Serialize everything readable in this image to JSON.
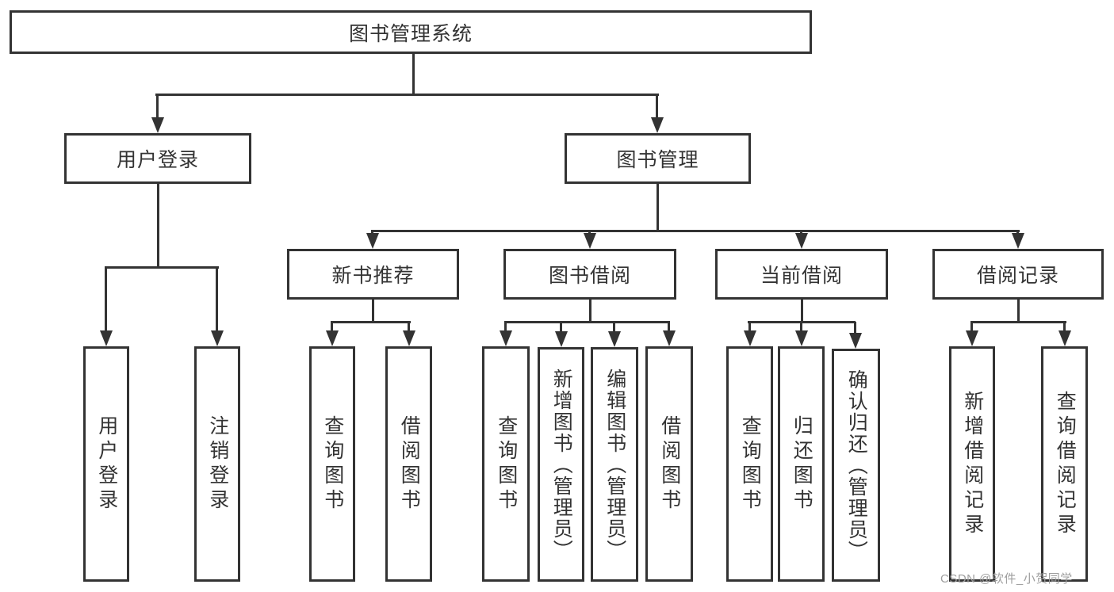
{
  "diagram": {
    "root": {
      "label": "图书管理系统"
    },
    "level2": [
      {
        "label": "用户登录"
      },
      {
        "label": "图书管理"
      }
    ],
    "level3": [
      {
        "label": "新书推荐"
      },
      {
        "label": "图书借阅"
      },
      {
        "label": "当前借阅"
      },
      {
        "label": "借阅记录"
      }
    ],
    "leaves": {
      "user_login": [
        {
          "label": "用户登录"
        },
        {
          "label": "注销登录"
        }
      ],
      "new_book": [
        {
          "label": "查询图书"
        },
        {
          "label": "借阅图书"
        }
      ],
      "book_borrow": [
        {
          "label": "查询图书"
        },
        {
          "label": "新增图书（管理员）"
        },
        {
          "label": "编辑图书（管理员）"
        },
        {
          "label": "借阅图书"
        }
      ],
      "current_borrow": [
        {
          "label": "查询图书"
        },
        {
          "label": "归还图书"
        },
        {
          "label": "确认归还（管理员）"
        }
      ],
      "borrow_record": [
        {
          "label": "新增借阅记录"
        },
        {
          "label": "查询借阅记录"
        }
      ]
    },
    "watermark": "CSDN @软件_小贺同学",
    "colors": {
      "line": "#333333",
      "text": "#333333",
      "background": "#ffffff",
      "watermark": "#9e9e9e"
    }
  }
}
